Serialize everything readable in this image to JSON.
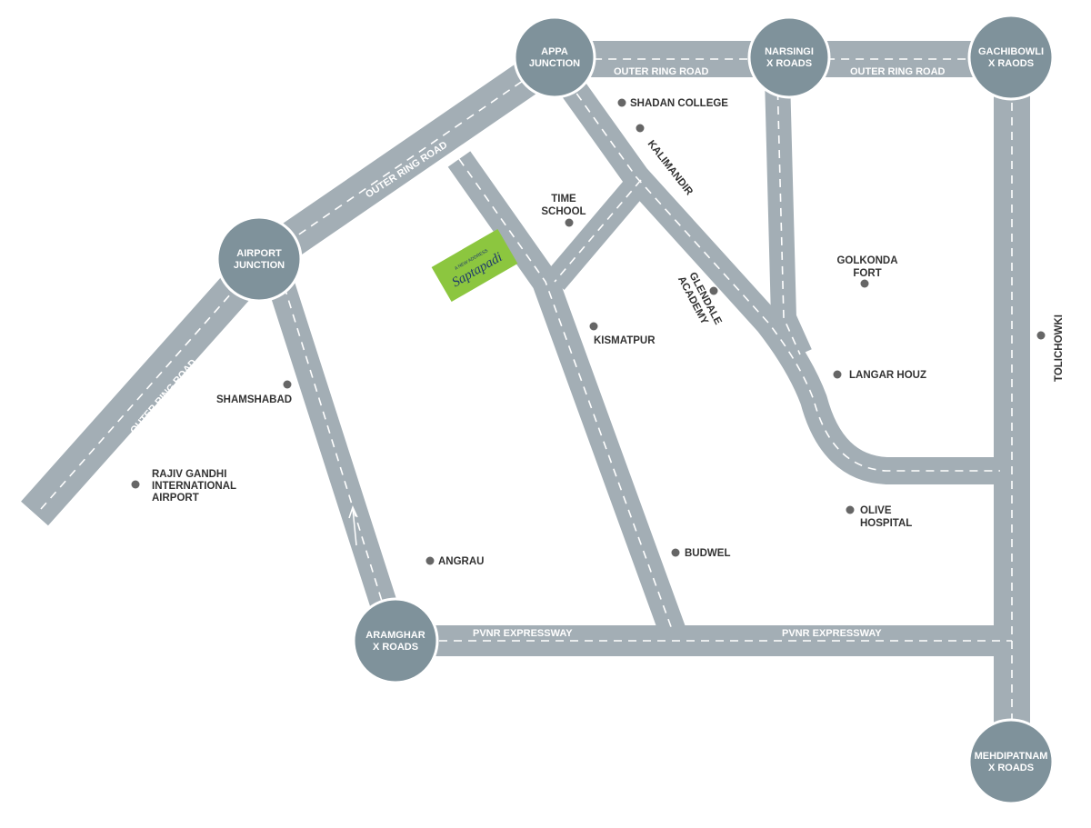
{
  "map": {
    "junctions": {
      "appa": [
        "APPA",
        "JUNCTION"
      ],
      "narsingi": [
        "NARSINGI",
        "X ROADS"
      ],
      "gachibowli": [
        "GACHIBOWLI",
        "X RAODS"
      ],
      "airport": [
        "AIRPORT",
        "JUNCTION"
      ],
      "aramghar": [
        "ARAMGHAR",
        "X ROADS"
      ],
      "mehdipatnam": [
        "MEHDIPATNAM",
        "X ROADS"
      ]
    },
    "roads": {
      "orr1": "OUTER RING ROAD",
      "orr2": "OUTER RING ROAD",
      "orr3": "OUTER RING ROAD",
      "orr4": "OUTER RING ROAD",
      "pvnr1": "PVNR EXPRESSWAY",
      "pvnr2": "PVNR EXPRESSWAY",
      "kalimandir": "KALIMANDIR",
      "tolichowki": "TOLICHOWKI"
    },
    "places": {
      "shadan": "SHADAN COLLEGE",
      "time_school": [
        "TIME",
        "SCHOOL"
      ],
      "golkonda": [
        "GOLKONDA",
        "FORT"
      ],
      "glendale": [
        "GLENDALE",
        "ACADEMY"
      ],
      "kismatpur": "KISMATPUR",
      "langar": "LANGAR HOUZ",
      "shamshabad": "SHAMSHABAD",
      "rgia": [
        "RAJIV GANDHI",
        "INTERNATIONAL",
        "AIRPORT"
      ],
      "olive": [
        "OLIVE",
        "HOSPITAL"
      ],
      "budwel": "BUDWEL",
      "angrau": "ANGRAU"
    },
    "project": {
      "name": "Saptapadi",
      "tagline": "A NEW ADDRESS"
    },
    "colors": {
      "road": "#a3aeb5",
      "junction": "#7f929b",
      "project": "#8cc63f"
    }
  }
}
